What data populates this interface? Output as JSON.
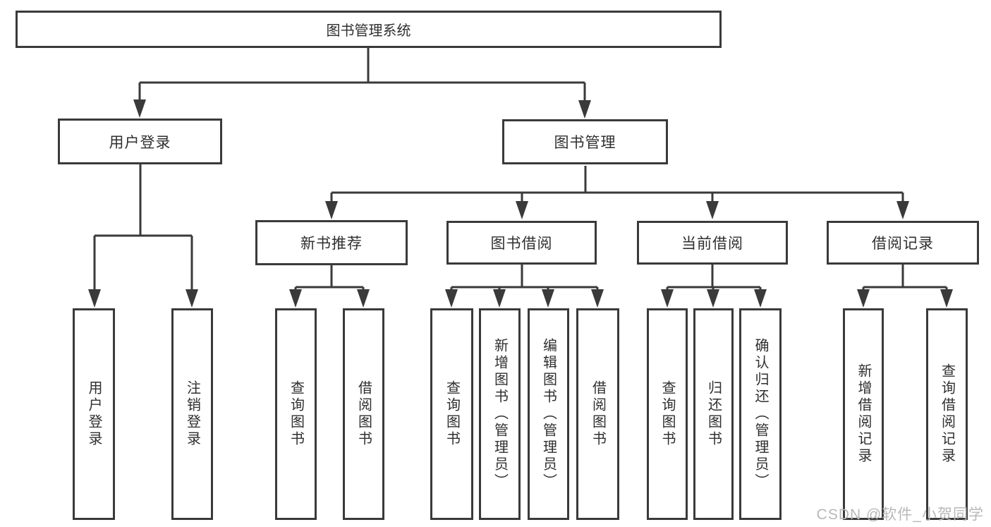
{
  "diagram": {
    "title": "图书管理系统",
    "level2": [
      {
        "label": "用户登录",
        "leaves": [
          "用户登录",
          "注销登录"
        ]
      },
      {
        "label": "图书管理"
      }
    ],
    "level3": [
      {
        "label": "新书推荐",
        "leaves": [
          "查询图书",
          "借阅图书"
        ]
      },
      {
        "label": "图书借阅",
        "leaves": [
          "查询图书",
          "新增图书（管理员）",
          "编辑图书（管理员）",
          "借阅图书"
        ]
      },
      {
        "label": "当前借阅",
        "leaves": [
          "查询图书",
          "归还图书",
          "确认归还（管理员）"
        ]
      },
      {
        "label": "借阅记录",
        "leaves": [
          "新增借阅记录",
          "查询借阅记录"
        ]
      }
    ],
    "watermark": "CSDN @软件_小贺同学"
  },
  "colors": {
    "line": "#3a3a3a",
    "box_border": "#3a3a3a",
    "text": "#2f2f2f",
    "watermark": "#b8b8b8",
    "background": "#ffffff"
  }
}
